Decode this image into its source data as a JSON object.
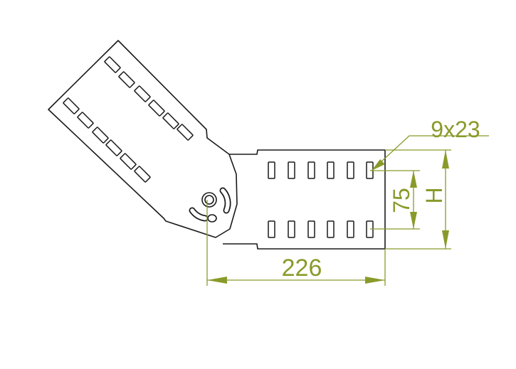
{
  "colors": {
    "outline": "#1a1a1a",
    "dimension": "#8a9a2a",
    "background": "#ffffff"
  },
  "dimensions": {
    "slot_size": "9x23",
    "width": "226",
    "slot_spacing": "75",
    "height": "H"
  }
}
